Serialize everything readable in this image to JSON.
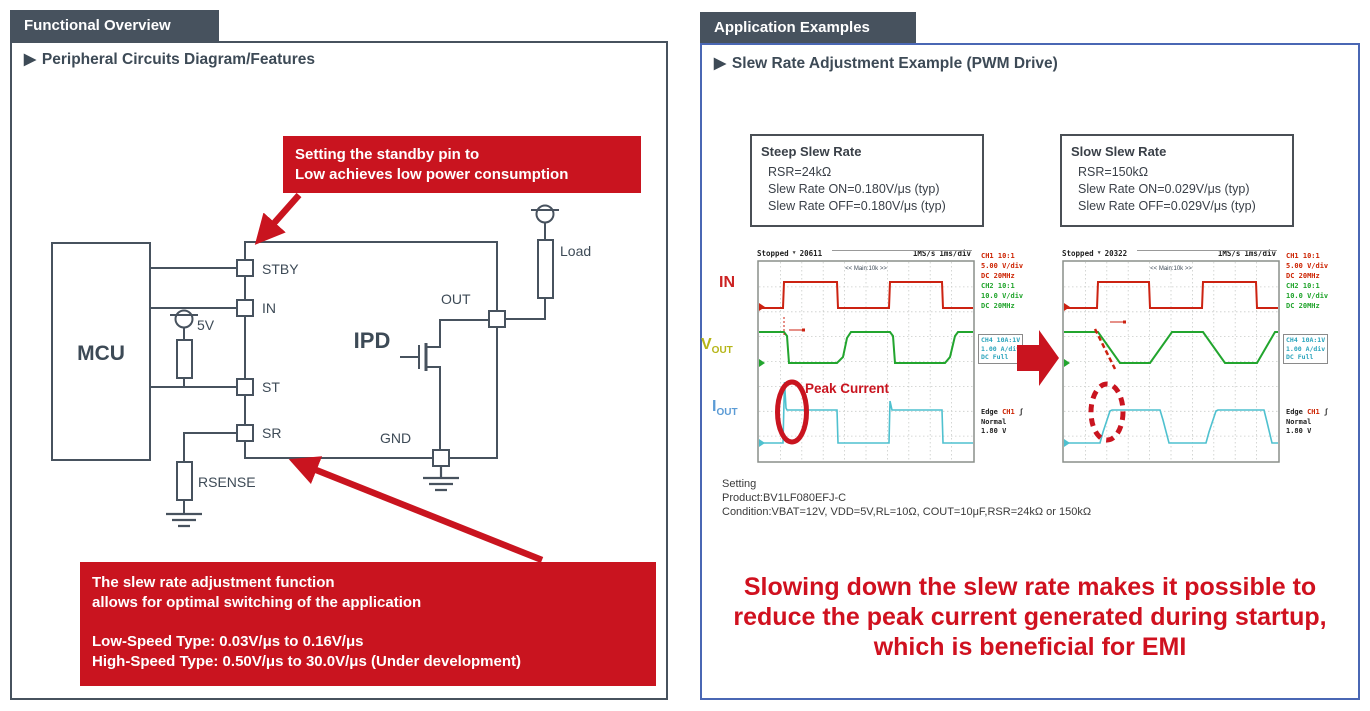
{
  "left_panel": {
    "tab": "Functional Overview",
    "bullet": "▶",
    "subtitle": "Peripheral Circuits Diagram/Features",
    "callout_top": {
      "line1": "Setting the standby pin to",
      "line2": "Low achieves low power consumption"
    },
    "callout_bottom": {
      "line1": "The slew rate adjustment function",
      "line2": "allows for optimal switching of the application",
      "line3": "Low-Speed Type: 0.03V/μs to 0.16V/μs",
      "line4": "High-Speed Type: 0.50V/μs to 30.0V/μs (Under development)"
    },
    "circuit": {
      "mcu": "MCU",
      "ipd": "IPD",
      "pin_stby": "STBY",
      "pin_in": "IN",
      "pin_st": "ST",
      "pin_sr": "SR",
      "supply": "5V",
      "rsense": "RSENSE",
      "out": "OUT",
      "gnd": "GND",
      "load": "Load"
    }
  },
  "right_panel": {
    "tab": "Application Examples",
    "bullet": "▶",
    "subtitle": "Slew Rate Adjustment Example (PWM Drive)",
    "steep_box": {
      "title": "Steep Slew Rate",
      "lines": [
        "RSR=24kΩ",
        "Slew Rate ON=0.180V/μs (typ)",
        "Slew Rate OFF=0.180V/μs (typ)"
      ]
    },
    "slow_box": {
      "title": "Slow Slew Rate",
      "lines": [
        "RSR=150kΩ",
        "Slew Rate ON=0.029V/μs (typ)",
        "Slew Rate OFF=0.029V/μs (typ)"
      ]
    },
    "signal_labels": {
      "in": "IN",
      "v_main": "V",
      "v_sub": "OUT",
      "i_main": "I",
      "i_sub": "OUT"
    },
    "scope_left": {
      "status": "Stopped",
      "trigger_icon": "▼",
      "count": "20611",
      "rate": "1MS/s",
      "timebase": "1ms/div",
      "main_label": "<< Main:10k >>",
      "peak_label": "Peak Current"
    },
    "scope_right": {
      "status": "Stopped",
      "trigger_icon": "▼",
      "count": "20322",
      "rate": "1MS/s",
      "timebase": "1ms/div",
      "main_label": "<< Main:10k >>"
    },
    "channel_info": {
      "ch1_1": "CH1 10:1",
      "ch1_2": "5.00 V/div",
      "ch1_3": "DC  20MHz",
      "ch2_1": "CH2 10:1",
      "ch2_2": "10.0 V/div",
      "ch2_3": "DC  20MHz",
      "ch4_1": "CH4 10A:1V",
      "ch4_2": "1.00 A/div",
      "ch4_3": "DC  Full",
      "trg_edge": "Edge ",
      "trg_src": "CH1",
      "trg_slope": " ʃ",
      "trg_mode": "Normal",
      "trg_level": "1.80 V"
    },
    "setting": {
      "line1": "Setting",
      "line2": "Product:BV1LF080EFJ-C",
      "line3": "Condition:VBAT=12V, VDD=5V,RL=10Ω, COUT=10μF,RSR=24kΩ or 150kΩ"
    },
    "conclusion": {
      "line1": "Slowing down the slew rate makes it possible to",
      "line2": "reduce the peak current generated during startup,",
      "line3": "which is beneficial for EMI"
    }
  },
  "colors": {
    "header_bg": "#47525e",
    "accent_red": "#c9141f",
    "panel_border_blue": "#4a67b4",
    "trace_in": "#cc2211",
    "trace_vout": "#22a52e",
    "trace_iout": "#4fc1cf",
    "label_vout": "#b5b517",
    "label_iout": "#5b9bd5"
  }
}
